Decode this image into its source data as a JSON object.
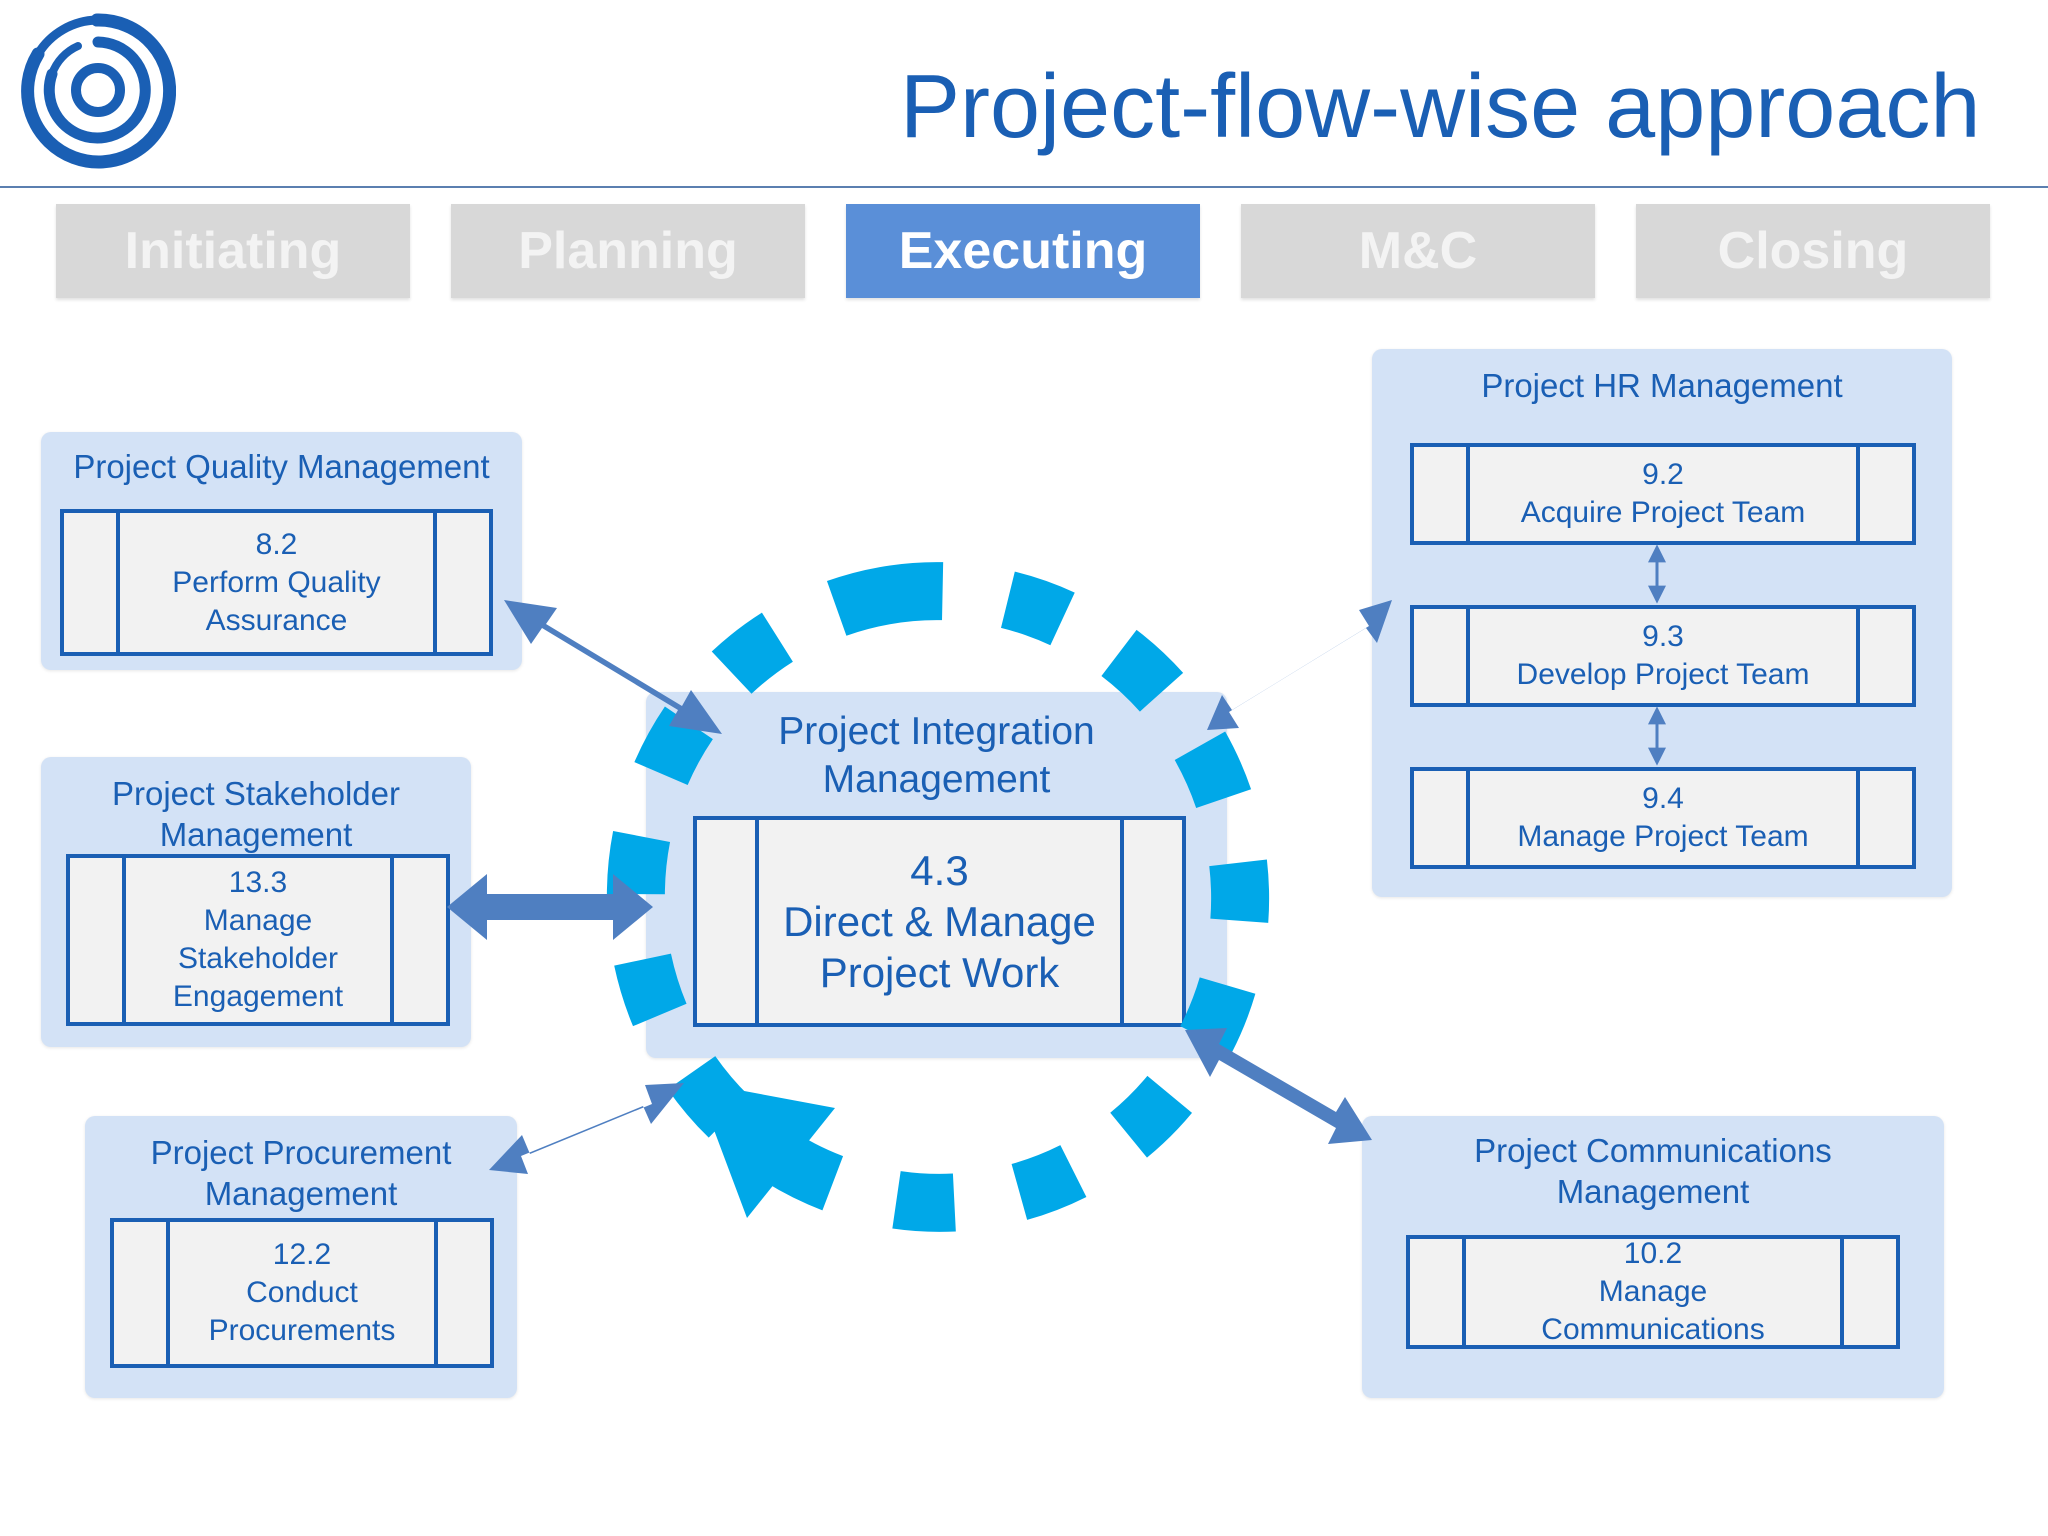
{
  "slide": {
    "title": "Project-flow-wise approach",
    "phases": [
      {
        "label": "Initiating",
        "active": false
      },
      {
        "label": "Planning",
        "active": false
      },
      {
        "label": "Executing",
        "active": true
      },
      {
        "label": "M&C",
        "active": false
      },
      {
        "label": "Closing",
        "active": false
      }
    ]
  },
  "colors": {
    "accent": "#1a5fb4",
    "active_phase": "#5a8fd8",
    "inactive_phase": "#d8d8d8",
    "group_fill": "#d3e2f6",
    "arrow": "#4f7fc1",
    "cycle": "#00a8e8"
  },
  "groups": {
    "quality": {
      "title": "Project Quality Management",
      "process": {
        "number": "8.2",
        "lines": [
          "Perform Quality",
          "Assurance"
        ]
      }
    },
    "stakeholder": {
      "title_lines": [
        "Project Stakeholder",
        "Management"
      ],
      "process": {
        "number": "13.3",
        "lines": [
          "Manage",
          "Stakeholder",
          "Engagement"
        ]
      }
    },
    "procurement": {
      "title_lines": [
        "Project Procurement",
        "Management"
      ],
      "process": {
        "number": "12.2",
        "lines": [
          "Conduct",
          "Procurements"
        ]
      }
    },
    "integration": {
      "title_lines": [
        "Project Integration",
        "Management"
      ],
      "process": {
        "number": "4.3",
        "lines": [
          "Direct & Manage",
          "Project Work"
        ]
      }
    },
    "hr": {
      "title": "Project HR Management",
      "processes": [
        {
          "number": "9.2",
          "lines": [
            "Acquire Project Team"
          ]
        },
        {
          "number": "9.3",
          "lines": [
            "Develop Project Team"
          ]
        },
        {
          "number": "9.4",
          "lines": [
            "Manage Project Team"
          ]
        }
      ]
    },
    "communications": {
      "title_lines": [
        "Project Communications",
        "Management"
      ],
      "process": {
        "number": "10.2",
        "lines": [
          "Manage",
          "Communications"
        ]
      }
    }
  }
}
